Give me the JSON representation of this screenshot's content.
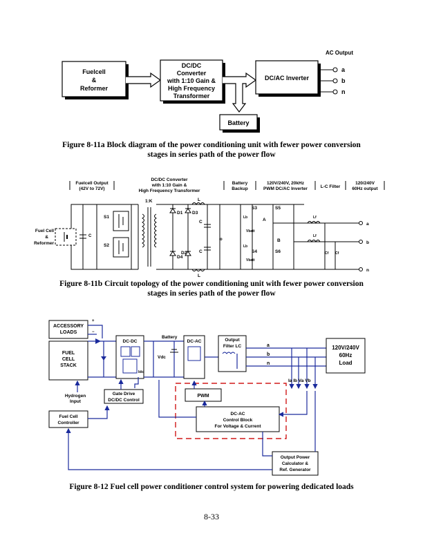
{
  "fig11a": {
    "ac_output": "AC Output",
    "fuelcell_1": "Fuelcell",
    "fuelcell_2": "&",
    "fuelcell_3": "Reformer",
    "dcdc_1": "DC/DC",
    "dcdc_2": "Converter",
    "dcdc_3": "with 1:10 Gain &",
    "dcdc_4": "High Frequency",
    "dcdc_5": "Transformer",
    "inverter": "DC/AC Inverter",
    "battery": "Battery",
    "out_a": "a",
    "out_b": "b",
    "out_n": "n",
    "caption_1": "Figure 8-11a Block diagram of the power conditioning unit with fewer power conversion",
    "caption_2": "stages in series path of the power flow"
  },
  "fig11b": {
    "h_fc_1": "Fuelcell Output",
    "h_fc_2": "(42V to 72V)",
    "h_dc_1": "DC/DC Converter",
    "h_dc_2": "with 1:10 Gain &",
    "h_dc_3": "High Frequency Transformer",
    "h_bat_1": "Battery",
    "h_bat_2": "Backup",
    "h_pwm_1": "120V/240V, 20kHz",
    "h_pwm_2": "PWM DC/AC Inverter",
    "h_lc": "L-C Filter",
    "h_out_1": "120/240V",
    "h_out_2": "60Hz output",
    "fc_1": "Fuel Cell",
    "fc_2": "&",
    "fc_3": "Reformer",
    "ratio": "1:K",
    "S1": "S1",
    "S2": "S2",
    "S3": "S3",
    "S4": "S4",
    "S5": "S5",
    "S6": "S6",
    "D1": "D1",
    "D2": "D2",
    "D3": "D3",
    "D4": "D4",
    "L": "L",
    "C": "C",
    "o": "o",
    "A": "A",
    "B": "B",
    "Lb": "Lb",
    "Vbatt": "Vbatt",
    "Lf": "Lf",
    "Cf": "Cf",
    "out_a": "a",
    "out_b": "b",
    "out_n": "n",
    "caption_1": "Figure 8-11b Circuit topology of the power conditioning unit with fewer power conversion",
    "caption_2": "stages in series path of the power flow"
  },
  "fig12": {
    "acc_1": "ACCESSORY",
    "acc_2": "LOADS",
    "plus": "+",
    "minus": "−",
    "stack_1": "FUEL",
    "stack_2": "CELL",
    "stack_3": "STACK",
    "dcdc": "DC-DC",
    "battery": "Battery",
    "dcac": "DC-AC",
    "filter_1": "Output",
    "filter_2": "Filter LC",
    "vdc": "Vdc",
    "idc": "Idc",
    "a": "a",
    "b": "b",
    "n": "n",
    "load_1": "120V/240V",
    "load_2": "60Hz",
    "load_3": "Load",
    "meas": "Ia Ib Va Vb",
    "h2_1": "Hydrogen",
    "h2_2": "Input",
    "gd_1": "Gate Drive",
    "gd_2": "DC/DC Control",
    "pwm": "PWM",
    "ctrl_1": "DC-AC",
    "ctrl_2": "Control Block",
    "ctrl_3": "For Voltage & Current",
    "fcc_1": "Fuel Cell",
    "fcc_2": "Controller",
    "opc_1": "Output Power",
    "opc_2": "Calculator &",
    "opc_3": "Ref. Generator",
    "caption": "Figure 8-12 Fuel cell power conditioner control system for powering dedicated loads"
  },
  "page_number": "8-33"
}
